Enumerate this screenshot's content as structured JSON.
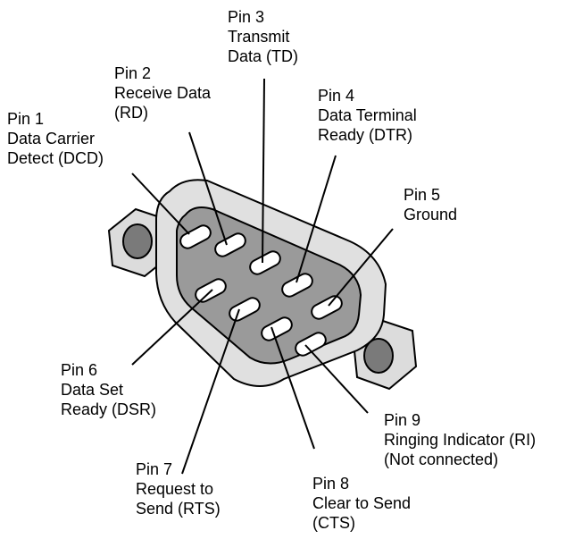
{
  "colors": {
    "shell": "#e0e0e0",
    "well": "#9a9a9a",
    "pin": "#ffffff",
    "hex_nut": "#dcdcdc",
    "bolt_hole": "#7a7a7a",
    "outline": "#000000"
  },
  "pins": [
    {
      "number": "1",
      "lines": [
        "Pin 1",
        "Data Carrier",
        "Detect (DCD)"
      ]
    },
    {
      "number": "2",
      "lines": [
        "Pin 2",
        "Receive Data",
        "(RD)"
      ]
    },
    {
      "number": "3",
      "lines": [
        "Pin 3",
        "Transmit",
        "Data (TD)"
      ]
    },
    {
      "number": "4",
      "lines": [
        "Pin 4",
        "Data Terminal",
        "Ready (DTR)"
      ]
    },
    {
      "number": "5",
      "lines": [
        "Pin 5",
        "Ground"
      ]
    },
    {
      "number": "6",
      "lines": [
        "Pin 6",
        "Data Set",
        "Ready (DSR)"
      ]
    },
    {
      "number": "7",
      "lines": [
        "Pin 7",
        "Request to",
        "Send (RTS)"
      ]
    },
    {
      "number": "8",
      "lines": [
        "Pin 8",
        "Clear to Send",
        "(CTS)"
      ]
    },
    {
      "number": "9",
      "lines": [
        "Pin 9",
        "Ringing Indicator (RI)",
        "(Not connected)"
      ]
    }
  ]
}
